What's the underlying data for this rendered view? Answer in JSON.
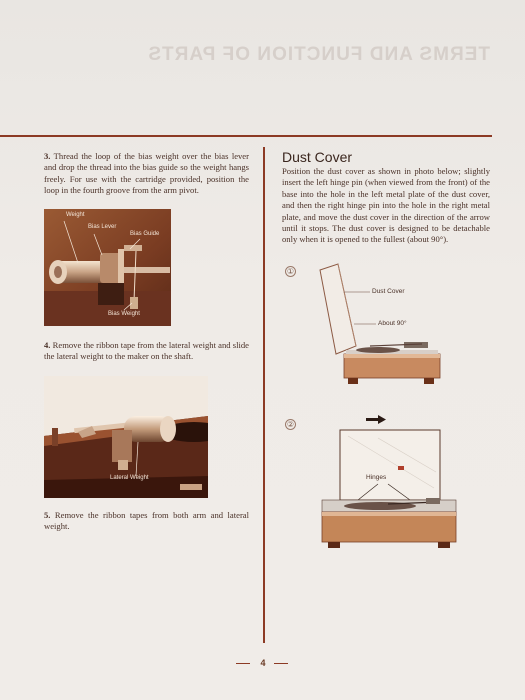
{
  "ghost_heading": "TERMS AND FUNCTION OF PARTS",
  "left": {
    "step3": {
      "number": "3.",
      "text": "Thread the loop of the bias weight over the bias lever and drop the thread into the bias guide so the weight hangs freely. For use with the cartridge provided, position the loop in the fourth groove from the arm pivot."
    },
    "photo1": {
      "label_weight": "Weight",
      "label_bias_lever": "Bias Lever",
      "label_bias_guide": "Bias Guide",
      "label_bias_weight": "Bias Weight"
    },
    "step4": {
      "number": "4.",
      "text": "Remove the ribbon tape from the lateral weight and slide the lateral weight to the maker on the shaft."
    },
    "photo2": {
      "label_lateral_weight": "Lateral Weight"
    },
    "step5": {
      "number": "5.",
      "text": "Remove the ribbon tapes from both arm and lateral weight."
    }
  },
  "right": {
    "title": "Dust Cover",
    "text": "Position the dust cover as shown in photo below; slightly insert the left hinge pin (when viewed from the front) of the base into the hole in the left metal plate of the dust cover, and then the right hinge pin into the hole in the right metal plate, and move the dust cover in the direction of the arrow until it stops. The dust cover is designed to be detachable only when it is opened to the fullest (about 90°).",
    "figure1": {
      "number": "①",
      "label_dust_cover": "Dust Cover",
      "label_about_90": "About 90°"
    },
    "figure2": {
      "number": "②",
      "label_hinges": "Hinges"
    }
  },
  "page_number": "4",
  "colors": {
    "rule": "#8c3a24",
    "photo_warm": "#8a4a2a",
    "text": "#4a3128"
  }
}
